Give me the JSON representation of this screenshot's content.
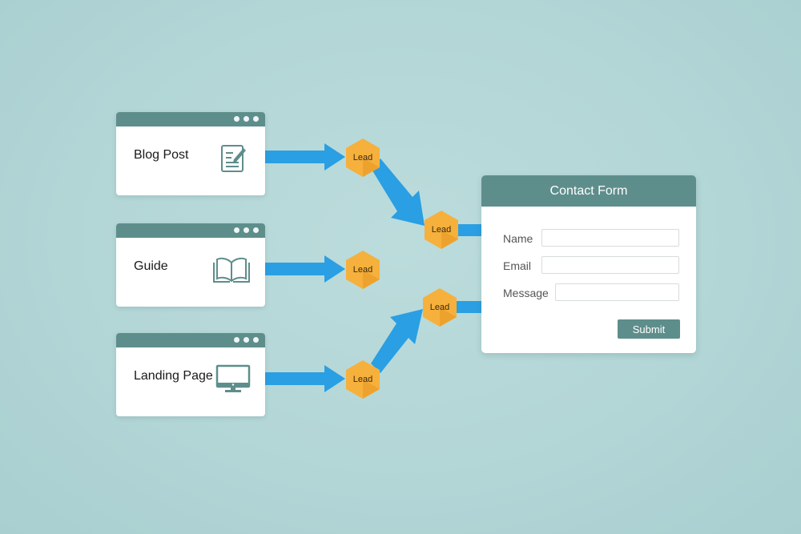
{
  "sources": [
    {
      "label": "Blog Post",
      "icon": "document-edit-icon"
    },
    {
      "label": "Guide",
      "icon": "open-book-icon"
    },
    {
      "label": "Landing Page",
      "icon": "monitor-icon"
    }
  ],
  "leads": [
    {
      "label": "Lead"
    },
    {
      "label": "Lead"
    },
    {
      "label": "Lead"
    },
    {
      "label": "Lead"
    },
    {
      "label": "Lead"
    }
  ],
  "form": {
    "title": "Contact Form",
    "fields": [
      {
        "label": "Name",
        "value": ""
      },
      {
        "label": "Email",
        "value": ""
      },
      {
        "label": "Message",
        "value": ""
      }
    ],
    "submit_label": "Submit"
  },
  "colors": {
    "background": "#b2d5d6",
    "header_teal": "#5e8e8b",
    "arrow_blue": "#2a9fe3",
    "lead_orange": "#f6b03c"
  }
}
